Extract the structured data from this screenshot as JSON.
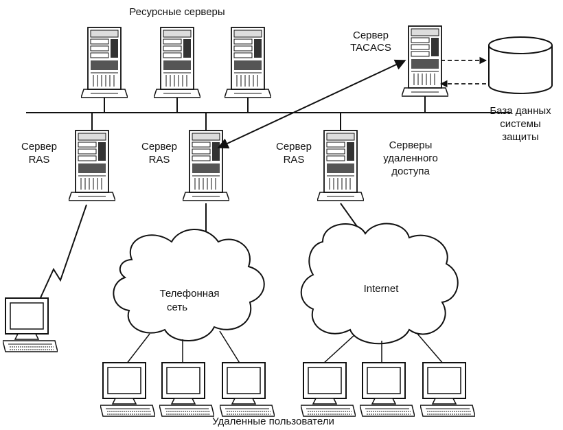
{
  "labels": {
    "resource_servers": "Ресурсные серверы",
    "tacacs_line1": "Сервер",
    "tacacs_line2": "TACACS",
    "db_line1": "База данных",
    "db_line2": "системы",
    "db_line3": "защиты",
    "ras_line1": "Сервер",
    "ras_line2": "RAS",
    "remote_servers_line1": "Серверы",
    "remote_servers_line2": "удаленного",
    "remote_servers_line3": "доступа",
    "phone_network_line1": "Телефонная",
    "phone_network_line2": "сеть",
    "internet": "Internet",
    "remote_users": "Удаленные пользователи"
  },
  "icons": {
    "server": "server-tower-icon",
    "database": "database-cylinder-icon",
    "terminal": "computer-terminal-icon",
    "cloud": "cloud-icon",
    "wireless": "lightning-link-icon"
  }
}
